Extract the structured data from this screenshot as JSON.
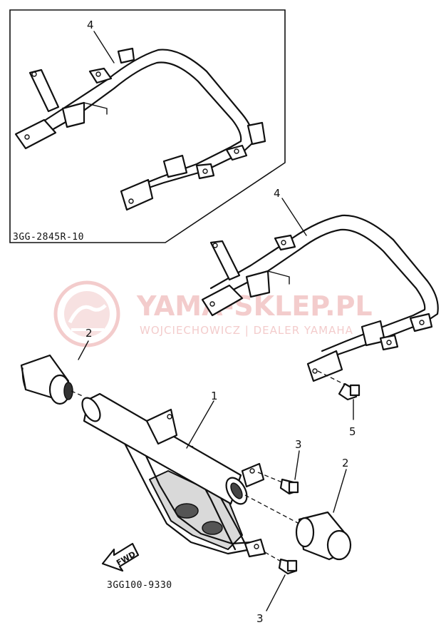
{
  "diagram": {
    "inset_code": "3GG-2845R-10",
    "diagram_code": "3GG100-9330",
    "fwd_label": "FWD",
    "callouts": {
      "inset_frame": "4",
      "rear_frame": "4",
      "cap_left": "2",
      "cap_right": "2",
      "guard_bar": "1",
      "bolt_upper": "3",
      "bolt_lower": "3",
      "bolt_rear": "5"
    }
  },
  "watermark": {
    "title": "YAMA-SKLEP.PL",
    "subtitle": "WOJCIECHOWICZ | DEALER YAMAHA"
  },
  "colors": {
    "line": "#111111",
    "watermark": "#f2c7c7",
    "background": "#ffffff"
  }
}
